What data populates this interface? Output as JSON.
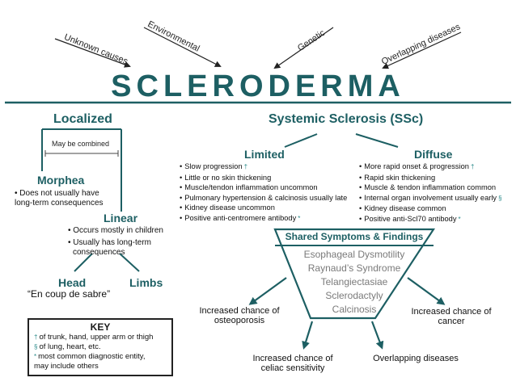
{
  "causes": [
    "Unknown causes",
    "Environmental",
    "Genetic",
    "Overlapping diseases"
  ],
  "title": "SCLERODERMA",
  "localized": {
    "heading": "Localized",
    "combined_note": "May be combined",
    "morphea": {
      "heading": "Morphea",
      "bullet": "Does not usually have",
      "bullet_cont": "long-term consequences"
    },
    "linear": {
      "heading": "Linear",
      "bullet1": "Occurs mostly in children",
      "bullet2": "Usually has long-term",
      "bullet2_cont": "consequences"
    },
    "head": {
      "heading": "Head",
      "note": "“En coup de sabre”"
    },
    "limbs": {
      "heading": "Limbs"
    }
  },
  "systemic": {
    "heading": "Systemic Sclerosis (SSc)",
    "limited": {
      "heading": "Limited",
      "items": [
        {
          "text": "Slow progression",
          "mark": "†"
        },
        {
          "text": "Little or no skin thickening",
          "mark": ""
        },
        {
          "text": "Muscle/tendon inflammation uncommon",
          "mark": ""
        },
        {
          "text": "Pulmonary hypertension & calcinosis usually late",
          "mark": ""
        },
        {
          "text": "Kidney disease uncommon",
          "mark": ""
        },
        {
          "text": "Positive anti-centromere antibody",
          "mark": "*"
        }
      ]
    },
    "diffuse": {
      "heading": "Diffuse",
      "items": [
        {
          "text": "More rapid onset & progression",
          "mark": "†"
        },
        {
          "text": "Rapid skin thickening",
          "mark": ""
        },
        {
          "text": "Muscle & tendon inflammation common",
          "mark": ""
        },
        {
          "text": "Internal organ involvement usually early",
          "mark": "§"
        },
        {
          "text": "Kidney disease common",
          "mark": ""
        },
        {
          "text": "Positive anti-Scl70 antibody",
          "mark": "*"
        }
      ]
    },
    "shared": {
      "heading": "Shared Symptoms & Findings",
      "items": [
        "Esophageal Dysmotility",
        "Raynaud’s Syndrome",
        "Telangiectasiae",
        "Sclerodactyly",
        "Calcinosis"
      ]
    },
    "outcomes": {
      "osteoporosis": [
        "Increased chance of",
        "osteoporosis"
      ],
      "cancer": [
        "Increased chance of",
        "cancer"
      ],
      "celiac": [
        "Increased chance of",
        "celiac sensitivity"
      ],
      "overlapping": "Overlapping diseases"
    }
  },
  "key": {
    "heading": "KEY",
    "entries": [
      {
        "symbol": "†",
        "text": "of trunk, hand, upper arm or thigh"
      },
      {
        "symbol": "§",
        "text": "of lung, heart, etc."
      },
      {
        "symbol": "*",
        "text": "most common diagnostic entity,"
      }
    ],
    "last_line": "may include others"
  },
  "colors": {
    "accent": "#1d5f63",
    "text": "#1a1a1a",
    "gray": "#7a7a7a"
  }
}
